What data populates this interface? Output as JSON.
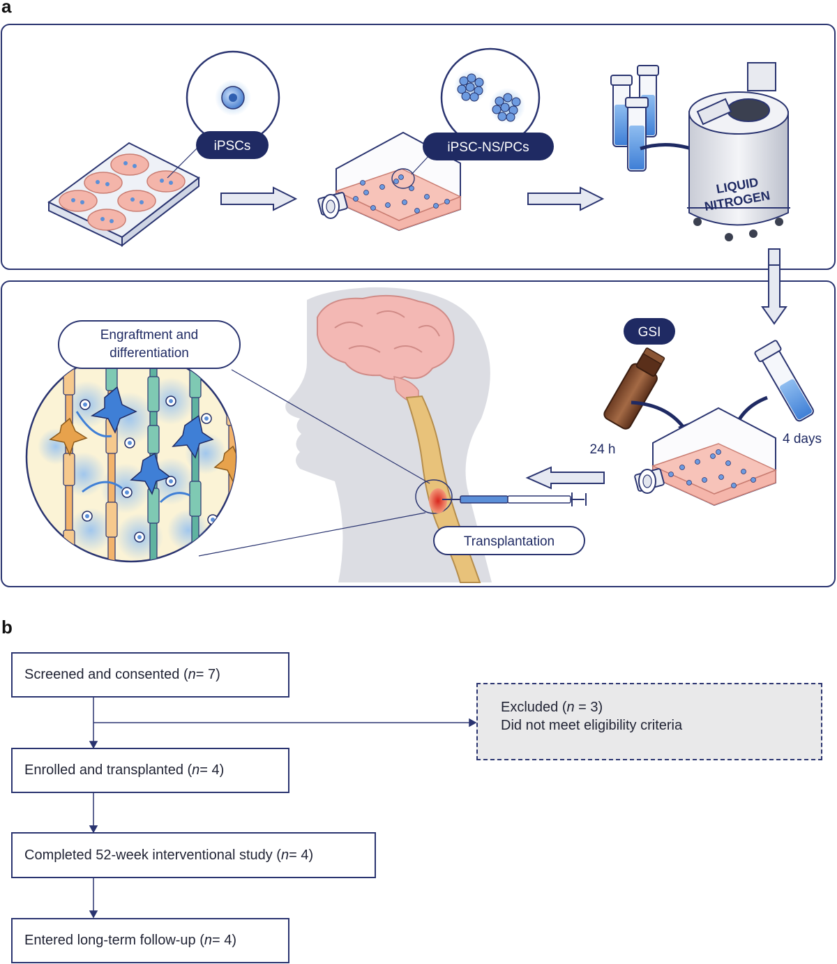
{
  "panels": {
    "a": {
      "letter": "a"
    },
    "b": {
      "letter": "b"
    }
  },
  "labels": {
    "ipscs": "iPSCs",
    "ipsc_ns_pcs": "iPSC-NS/PCs",
    "liquid": "LIQUID",
    "nitrogen": "NITROGEN",
    "gsi": "GSI",
    "time_24h": "24 h",
    "time_4days": "4 days",
    "engraftment_line1": "Engraftment and",
    "engraftment_line2": "differentiation",
    "transplantation": "Transplantation"
  },
  "colors": {
    "navy": "#1f2a63",
    "panel_border": "#2a3470",
    "tissue_pink": "#f3b3a8",
    "cell_blue": "#5b8fd8",
    "spinal_yellow": "#e8c27a",
    "glow_blue": "#9cc4ee",
    "excluded_bg": "#e9e9ea"
  },
  "flowchart": {
    "screened": {
      "text": "Screened and consented (",
      "n": "n",
      "rest": " = 7)"
    },
    "enrolled": {
      "text": "Enrolled and transplanted (",
      "n": "n",
      "rest": " = 4)"
    },
    "completed": {
      "text": "Completed 52-week interventional study (",
      "n": "n",
      "rest": " = 4)"
    },
    "followup": {
      "text": "Entered long-term follow-up (",
      "n": "n",
      "rest": " = 4)"
    },
    "excluded": {
      "line1_text": "Excluded (",
      "line1_n": "n",
      "line1_rest": " = 3)",
      "line2": "Did not meet eligibility criteria"
    }
  }
}
